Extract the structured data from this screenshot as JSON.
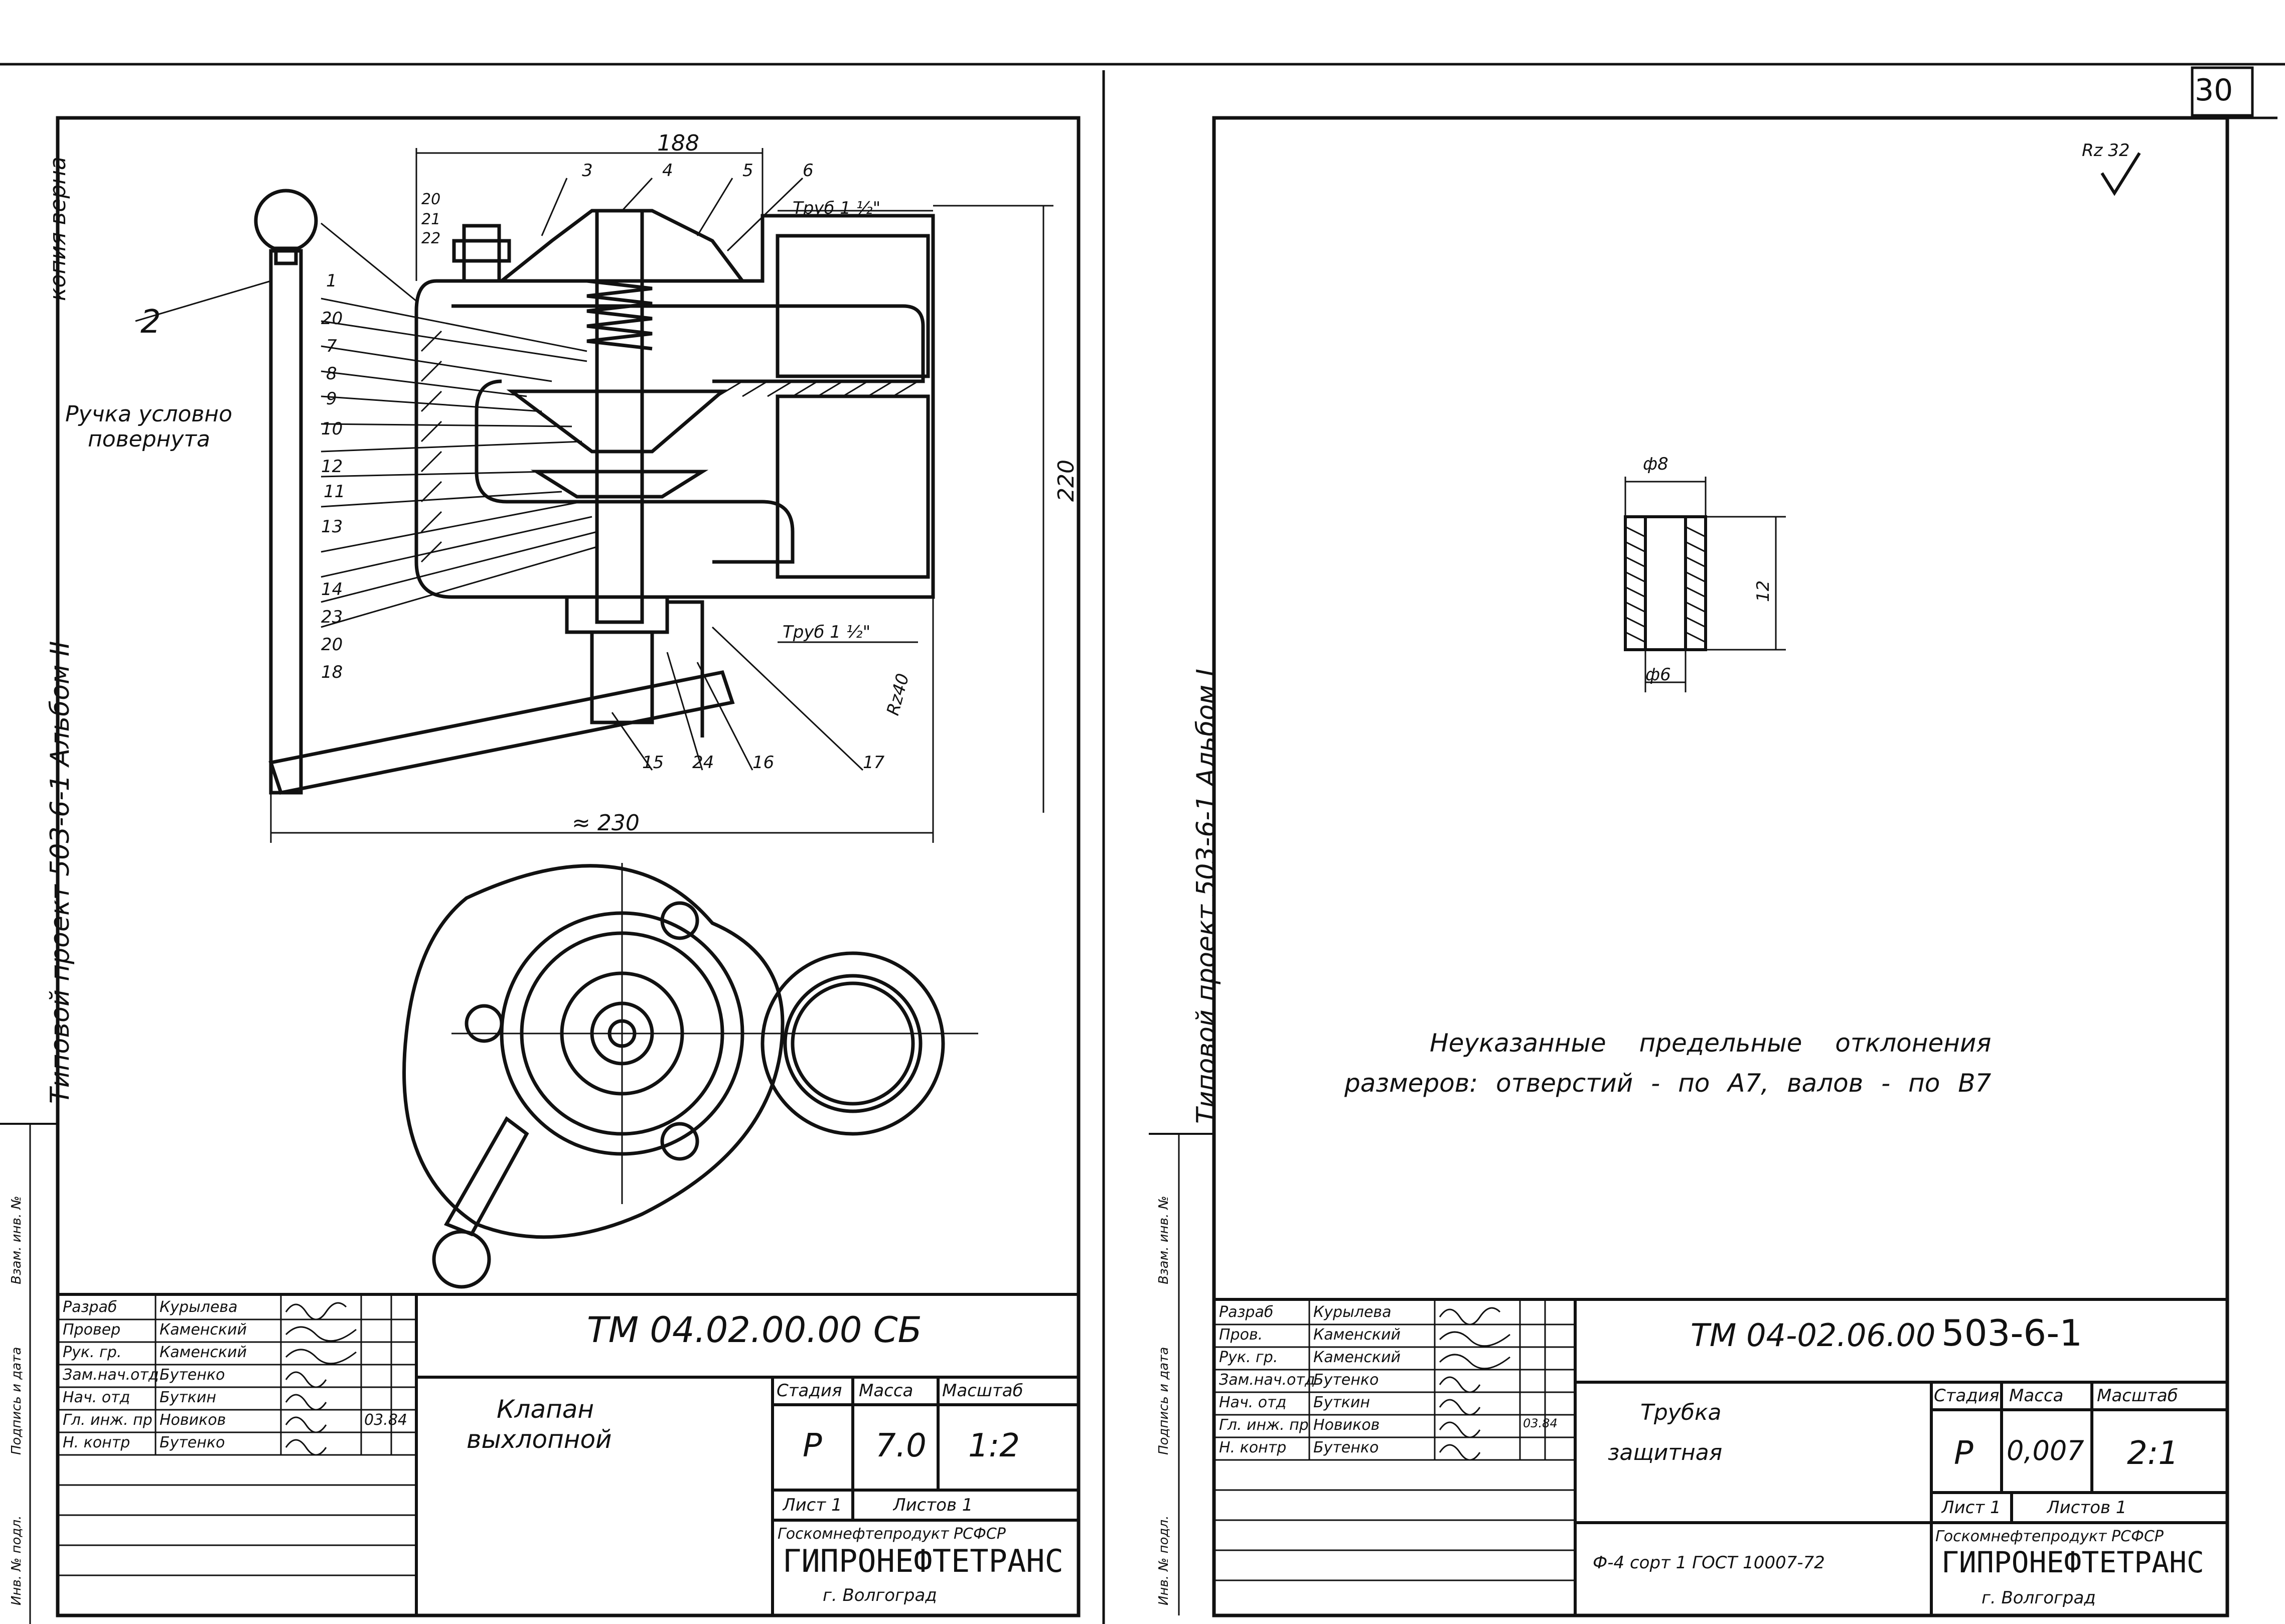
{
  "page_number": "30",
  "left_sheet": {
    "side_labels": {
      "main": "Типовой проект 503-6-1 Альбом II",
      "top": "копия верна",
      "field1": "Взам. инв. №",
      "field2": "Подпись и дата",
      "field3": "Инв. № подл."
    },
    "drawing": {
      "dim_top": "188",
      "dim_height": "220",
      "dim_bottom": "≈ 230",
      "pipe_top": "Труб 1 ½\"",
      "pipe_bottom": "Труб 1 ½\"",
      "roughness": "Rz40",
      "handle_note_line1": "Ручка условно",
      "handle_note_line2": "повернута",
      "callouts_top": [
        "3",
        "4",
        "5",
        "6"
      ],
      "callouts_left": [
        "20",
        "21",
        "22",
        "1",
        "20",
        "7",
        "8",
        "9",
        "10",
        "12",
        "11",
        "13",
        "14",
        "23",
        "20",
        "18"
      ],
      "callout_handle": "2",
      "callouts_bottom": [
        "15",
        "24",
        "16",
        "17"
      ]
    },
    "title_block": {
      "roles": [
        "Разраб",
        "Провер",
        "Рук. гр.",
        "Зам.нач.отд",
        "Нач. отд",
        "Гл. инж. пр",
        "Н. контр"
      ],
      "names": [
        "Курылева",
        "Каменский",
        "Каменский",
        "Бутенко",
        "Буткин",
        "Новиков",
        "Бутенко"
      ],
      "date": "03.84",
      "designation": "ТМ 04.02.00.00 СБ",
      "title_line1": "Клапан",
      "title_line2": "выхлопной",
      "stage_header": "Стадия",
      "mass_header": "Масса",
      "scale_header": "Масштаб",
      "stage": "Р",
      "mass": "7.0",
      "scale": "1:2",
      "sheet": "Лист 1",
      "sheets": "Листов 1",
      "org_line1": "Госкомнефтепродукт РСФСР",
      "org_name": "ГИПРОНЕФТЕТРАНС",
      "org_city": "г. Волгоград"
    }
  },
  "right_sheet": {
    "side_labels": {
      "main": "Типовой проект 503-6-1 Альбом I",
      "field1": "Взам. инв. №",
      "field2": "Подпись и дата",
      "field3": "Инв. № подл."
    },
    "drawing": {
      "roughness": "Rz 32",
      "dim_outer": "ф8",
      "dim_inner": "ф6",
      "dim_length": "12",
      "note_line1": "Неуказанные предельные отклонения",
      "note_line2": "размеров: отверстий - по A7, валов - по B7"
    },
    "title_block": {
      "roles": [
        "Разраб",
        "Пров.",
        "Рук. гр.",
        "Зам.нач.отд",
        "Нач. отд",
        "Гл. инж. пр",
        "Н. контр"
      ],
      "names": [
        "Курылева",
        "Каменский",
        "Каменский",
        "Бутенко",
        "Буткин",
        "Новиков",
        "Бутенко"
      ],
      "date": "03.84",
      "designation": "ТМ 04-02.06.00",
      "project": "503-6-1",
      "title_line1": "Трубка",
      "title_line2": "защитная",
      "material": "Ф-4 сорт 1 ГОСТ 10007-72",
      "stage_header": "Стадия",
      "mass_header": "Масса",
      "scale_header": "Масштаб",
      "stage": "Р",
      "mass": "0,007",
      "scale": "2:1",
      "sheet": "Лист 1",
      "sheets": "Листов 1",
      "org_line1": "Госкомнефтепродукт РСФСР",
      "org_name": "ГИПРОНЕФТЕТРАНС",
      "org_city": "г. Волгоград"
    }
  }
}
